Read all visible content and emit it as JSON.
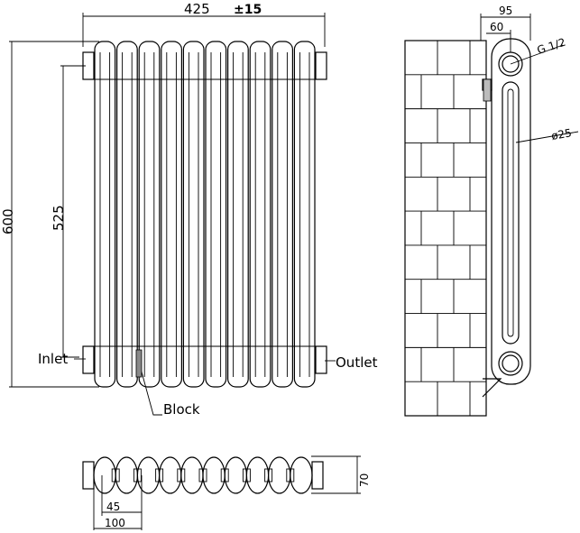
{
  "front_view": {
    "width_value": "425",
    "width_tolerance": "±15",
    "height_total": "600",
    "centres_height": "525",
    "inlet_label": "Inlet",
    "outlet_label": "Outlet",
    "block_label": "Block"
  },
  "side_view": {
    "depth_total": "95",
    "wall_offset": "60",
    "thread_label": "G 1/2",
    "tube_label": "ø25"
  },
  "plan_view": {
    "section_pitch": "45",
    "end_offset": "100",
    "depth": "70"
  }
}
